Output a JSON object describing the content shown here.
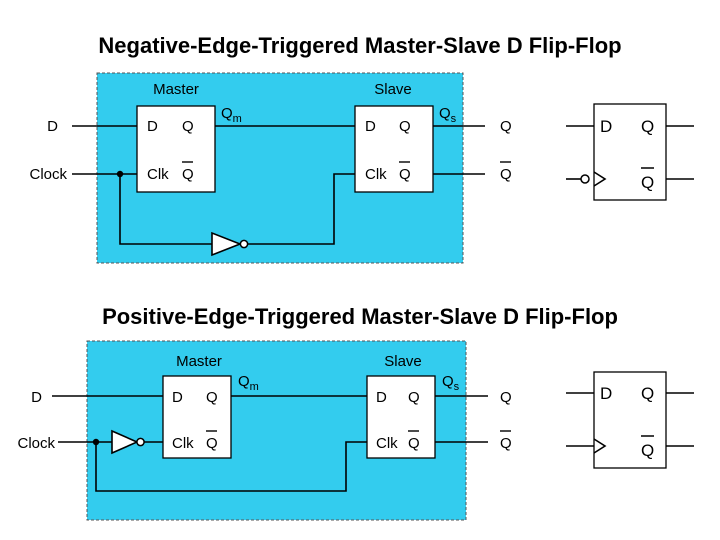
{
  "colors": {
    "panel_fill": "#33ccee",
    "wire": "#000000",
    "background": "#ffffff"
  },
  "top": {
    "title": "Negative-Edge-Triggered Master-Slave D Flip-Flop",
    "master_label": "Master",
    "slave_label": "Slave",
    "input_d": "D",
    "input_clock": "Clock",
    "master_d": "D",
    "master_q": "Q",
    "master_clk": "Clk",
    "master_qbar": "Q",
    "qm_main": "Q",
    "qm_sub": "m",
    "slave_d": "D",
    "slave_q": "Q",
    "slave_clk": "Clk",
    "slave_qbar": "Q",
    "qs_main": "Q",
    "qs_sub": "s",
    "out_q": "Q",
    "out_qbar": "Q",
    "symbol_d": "D",
    "symbol_q": "Q",
    "symbol_qbar": "Q"
  },
  "bottom": {
    "title": "Positive-Edge-Triggered Master-Slave D Flip-Flop",
    "master_label": "Master",
    "slave_label": "Slave",
    "input_d": "D",
    "input_clock": "Clock",
    "master_d": "D",
    "master_q": "Q",
    "master_clk": "Clk",
    "master_qbar": "Q",
    "qm_main": "Q",
    "qm_sub": "m",
    "slave_d": "D",
    "slave_q": "Q",
    "slave_clk": "Clk",
    "slave_qbar": "Q",
    "qs_main": "Q",
    "qs_sub": "s",
    "out_q": "Q",
    "out_qbar": "Q",
    "symbol_d": "D",
    "symbol_q": "Q",
    "symbol_qbar": "Q"
  }
}
